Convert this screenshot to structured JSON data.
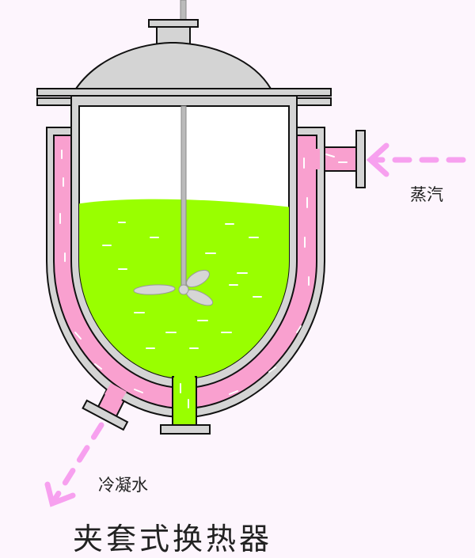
{
  "labels": {
    "steam": "蒸汽",
    "condensate": "冷凝水",
    "title": "夹套式换热器"
  },
  "colors": {
    "background": "#fdf5fd",
    "metal": "#d4d4d4",
    "jacket_steam": "#f9a0cf",
    "liquid": "#99ff00",
    "arrow": "#f7a0ef"
  }
}
